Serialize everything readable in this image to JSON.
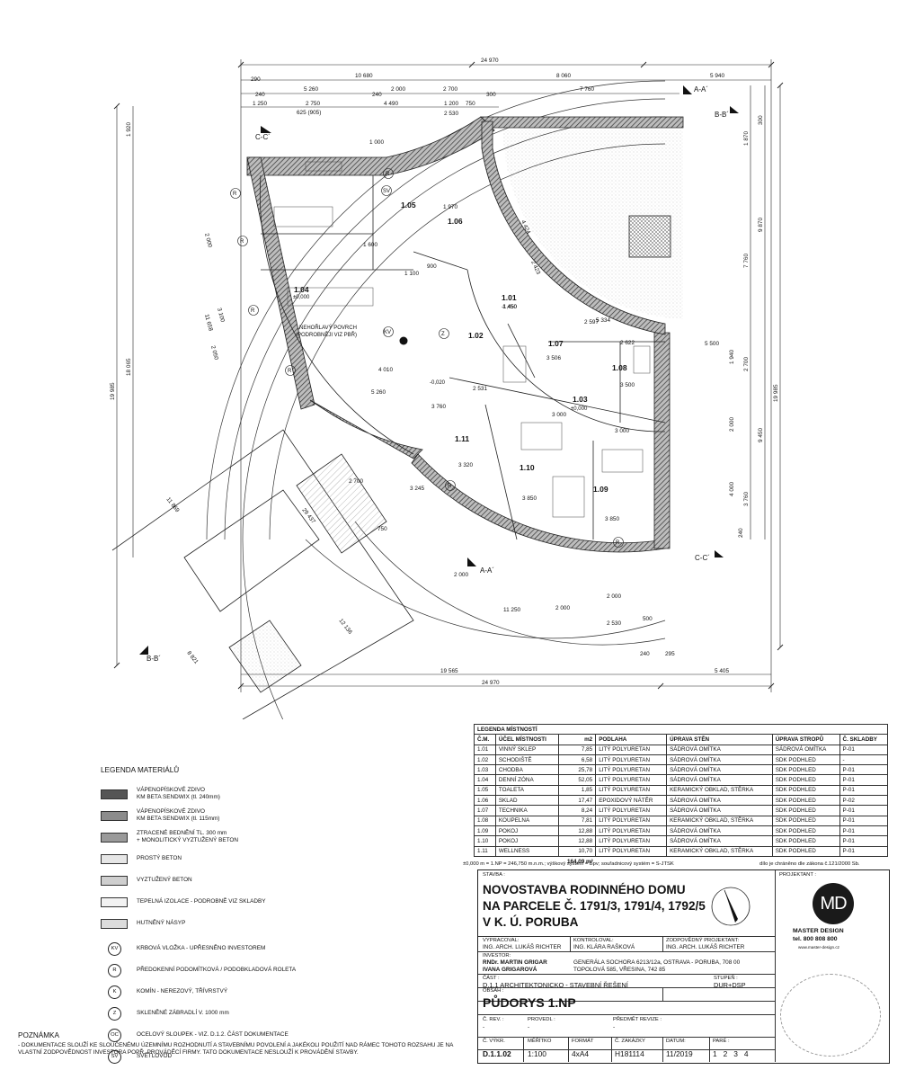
{
  "dimensions": {
    "top_total": "24 970",
    "top_seg_a": "10 680",
    "top_seg_b": "8 060",
    "top_seg_c": "5 940",
    "top_sub_290": "290",
    "top_sub_5260": "5 260",
    "top_sub_2000": "2 000",
    "top_sub_2700": "2 700",
    "top_sub_7760": "7 760",
    "top_sub_240a": "240",
    "top_sub_240b": "240",
    "top_sub_300": "300",
    "top_sub_1250": "1 250",
    "top_sub_2750": "2 750",
    "top_sub_4490": "4 490",
    "top_sub_1200": "1 200",
    "top_sub_750": "750",
    "top_sub_625": "625 (905)",
    "top_sub_2530": "2 530",
    "bottom_total": "24 970",
    "bottom_seg_a": "19 565",
    "bottom_seg_b": "5 405",
    "bottom_240": "240",
    "bottom_295": "295",
    "left_total": "19 985",
    "left_inner": "18 065",
    "left_1920": "1 920",
    "right_total": "19 985",
    "right_9870": "9 870",
    "right_7760": "7 760",
    "right_9450": "9 450",
    "right_1870": "1 870",
    "right_2700": "2 700",
    "right_4000": "4 000",
    "right_3760": "3 760",
    "right_2000": "2 000",
    "right_1940": "1 940",
    "right_240": "240",
    "right_300": "300",
    "arc_2000a": "2 000",
    "arc_2000b": "2 000",
    "arc_11250": "11 250",
    "arc_2530": "2 530",
    "arc_500": "500",
    "arc_2000c": "2 000",
    "arc_11869": "11 869",
    "arc_29437": "29 437",
    "arc_12136": "12 136",
    "arc_8821": "8 821",
    "arc_3100": "3 100",
    "arc_11658": "11 658",
    "arc_2050": "2 050",
    "arc_2000d": "2 000",
    "inner_5334": "5 334",
    "inner_4424": "4 424",
    "inner_2423": "2 423",
    "inner_2597": "2 597",
    "inner_2622": "2 622",
    "inner_5500": "5 500",
    "inner_3506": "3 506",
    "inner_3500": "3 500",
    "inner_3000a": "3 000",
    "inner_3000b": "3 000",
    "inner_2531": "2 531",
    "inner_3320": "3 320",
    "inner_3850a": "3 850",
    "inner_3850b": "3 850",
    "inner_4010": "4 010",
    "inner_5260": "5 260",
    "inner_3760": "3 760",
    "inner_3245": "3 245",
    "inner_2700": "2 700",
    "inner_750": "750",
    "inner_1100": "1 100",
    "inner_900": "900",
    "inner_1000": "1 000",
    "inner_1450": "1 450",
    "inner_1600": "1 600",
    "inner_1970": "1 970"
  },
  "rooms": [
    {
      "no": "1.01",
      "sub": "-1,450"
    },
    {
      "no": "1.02",
      "sub": ""
    },
    {
      "no": "1.03",
      "sub": "±0,000"
    },
    {
      "no": "1.04",
      "sub": "±0,000"
    },
    {
      "no": "1.05",
      "sub": ""
    },
    {
      "no": "1.06",
      "sub": ""
    },
    {
      "no": "1.07",
      "sub": ""
    },
    {
      "no": "1.08",
      "sub": ""
    },
    {
      "no": "1.09",
      "sub": ""
    },
    {
      "no": "1.10",
      "sub": ""
    },
    {
      "no": "1.11",
      "sub": ""
    }
  ],
  "plan_labels": {
    "fire_surface_1": "NEHOŘLAVÝ POVRCH",
    "fire_surface_2": "(PODROBNĚJI VIZ PBŘ)",
    "level_0020": "-0,020",
    "sec_aa": "A-A´",
    "sec_aa2": "A-A´",
    "sec_bb": "B-B´",
    "sec_bb2": "B-B´",
    "sec_cc": "C-C´",
    "sec_cc2": "C-C´",
    "sym_r": "R",
    "sym_sv": "SV",
    "sym_kv": "KV",
    "sym_z": "Z",
    "sym_k": "K"
  },
  "room_legend": {
    "title": "LEGENDA MÍSTNOSTÍ",
    "headers": [
      "Č.M.",
      "ÚČEL MÍSTNOSTI",
      "m2",
      "PODLAHA",
      "ÚPRAVA STĚN",
      "ÚPRAVA STROPŮ",
      "Č. SKLADBY"
    ],
    "rows": [
      [
        "1.01",
        "VINNÝ SKLEP",
        "7,85",
        "LITÝ POLYURETAN",
        "SÁDROVÁ OMÍTKA",
        "SÁDROVÁ OMÍTKA",
        "P-01"
      ],
      [
        "1.02",
        "SCHODIŠTĚ",
        "6,58",
        "LITÝ POLYURETAN",
        "SÁDROVÁ OMÍTKA",
        "SDK PODHLED",
        "-"
      ],
      [
        "1.03",
        "CHODBA",
        "25,78",
        "LITÝ POLYURETAN",
        "SÁDROVÁ OMÍTKA",
        "SDK PODHLED",
        "P-01"
      ],
      [
        "1.04",
        "DENNÍ ZÓNA",
        "52,05",
        "LITÝ POLYURETAN",
        "SÁDROVÁ OMÍTKA",
        "SDK PODHLED",
        "P-01"
      ],
      [
        "1.05",
        "TOALETA",
        "1,85",
        "LITÝ POLYURETAN",
        "KERAMICKÝ OBKLAD, STĚRKA",
        "SDK PODHLED",
        "P-01"
      ],
      [
        "1.06",
        "SKLAD",
        "17,47",
        "EPOXIDOVÝ NÁTĚR",
        "SÁDROVÁ OMÍTKA",
        "SDK PODHLED",
        "P-02"
      ],
      [
        "1.07",
        "TECHNIKA",
        "8,24",
        "LITÝ POLYURETAN",
        "SÁDROVÁ OMÍTKA",
        "SDK PODHLED",
        "P-01"
      ],
      [
        "1.08",
        "KOUPELNA",
        "7,81",
        "LITÝ POLYURETAN",
        "KERAMICKÝ OBKLAD, STĚRKA",
        "SDK PODHLED",
        "P-01"
      ],
      [
        "1.09",
        "POKOJ",
        "12,88",
        "LITÝ POLYURETAN",
        "SÁDROVÁ OMÍTKA",
        "SDK PODHLED",
        "P-01"
      ],
      [
        "1.10",
        "POKOJ",
        "12,88",
        "LITÝ POLYURETAN",
        "SÁDROVÁ OMÍTKA",
        "SDK PODHLED",
        "P-01"
      ],
      [
        "1.11",
        "WELLNESS",
        "10,70",
        "LITÝ POLYURETAN",
        "KERAMICKÝ OBKLAD, STĚRKA",
        "SDK PODHLED",
        "P-01"
      ]
    ],
    "total": "164,09 m²"
  },
  "materials": {
    "title": "LEGENDA MATERIÁLŮ",
    "items": [
      {
        "label": "VÁPENOPÍSKOVÉ ZDIVO\nKM BETA SENDWIX (tl. 240mm)",
        "fill": "#555555"
      },
      {
        "label": "VÁPENOPÍSKOVÉ ZDIVO\nKM BETA SENDWIX (tl. 115mm)",
        "fill": "#8c8c8c"
      },
      {
        "label": "ZTRACENÉ BEDNĚNÍ TL. 300 mm\n+ MONOLITICKÝ VYZTUŽENÝ BETON",
        "fill": "#9a9a9a"
      },
      {
        "label": "PROSTÝ BETON",
        "fill": "#e6e6e6"
      },
      {
        "label": "VYZTUŽENÝ BETON",
        "fill": "#cfcfcf"
      },
      {
        "label": "TEPELNÁ IZOLACE - PODROBNĚ VIZ SKLADBY",
        "fill": "#f2f2f2"
      },
      {
        "label": "HUTNĚNÝ NÁSYP",
        "fill": "#dcdcdc"
      }
    ],
    "symbols": [
      {
        "sym": "KV",
        "label": "KRBOVÁ VLOŽKA - UPŘESNĚNO INVESTOREM"
      },
      {
        "sym": "R",
        "label": "PŘEDOKENNÍ PODOMÍTKOVÁ / PODOBKLADOVÁ ROLETA"
      },
      {
        "sym": "K",
        "label": "KOMÍN - NEREZOVÝ, TŘÍVRSTVÝ"
      },
      {
        "sym": "Z",
        "label": "SKLENĚNÉ ZÁBRADLÍ V. 1000 mm"
      },
      {
        "sym": "OC",
        "label": "OCELOVÝ SLOUPEK - VIZ. D.1.2. ČÁST DOKUMENTACE"
      },
      {
        "sym": "SV",
        "label": "SVĚTLOVOD"
      }
    ]
  },
  "note": {
    "title": "POZNÁMKA",
    "body": "- DOKUMENTACE SLOUŽÍ KE SLOUČENÉMU ÚZEMNÍMU ROZHODNUTÍ A STAVEBNÍMU POVOLENÍ A JAKÉKOLI POUŽITÍ NAD RÁMEC TOHOTO ROZSAHU JE NA VLASTNÍ ZODPOVĚDNOST INVESTORA POPŘ. PROVÁDĚCÍ FIRMY. TATO DOKUMENTACE NESLOUŽÍ K PROVÁDĚNÍ STAVBY."
  },
  "height_note": "±0,000 m = 1.NP = 246,750 m.n.m.; výškový systém = Bpv; souřadnicový systém = S-JTSK",
  "law_note": "dílo je chráněno dle zákona č.121/2000 Sb.",
  "title_block": {
    "stavba_label": "STAVBA :",
    "stavba_line1": "NOVOSTAVBA RODINNÉHO DOMU",
    "stavba_line2": "NA PARCELE Č. 1791/3, 1791/4, 1792/5",
    "stavba_line3": "V K. Ú. PORUBA",
    "projektant_label": "PROJEKTANT :",
    "logo_text": "MD",
    "company": "MASTER DESIGN",
    "phone": "tel. 800 808 800",
    "web": "www.master-design.cz",
    "vypracoval_label": "VYPRACOVAL:",
    "vypracoval": "ING. ARCH. LUKÁŠ RICHTER",
    "kontroloval_label": "KONTROLOVAL:",
    "kontroloval": "ING. KLÁRA RAŠKOVÁ",
    "zodpovedny_label": "ZODPOVĚDNÝ PROJEKTANT:",
    "zodpovedny": "ING. ARCH. LUKÁŠ RICHTER",
    "investor_label": "INVESTOR:",
    "investor_1": "RNDr. MARTIN GRIGAR",
    "investor_2": "IVANA GRIGAROVÁ",
    "address_1": "GENERÁLA SOCHORA 6213/12a, OSTRAVA - PORUBA, 708 00",
    "address_2": "TOPOLOVÁ 585, VŘESINA, 742 85",
    "cast_label": "ČÁST :",
    "cast": "D.1.1 ARCHITEKTONICKO - STAVEBNÍ ŘEŠENÍ",
    "stupen_label": "STUPEŇ :",
    "stupen": "DUR+DSP",
    "obsah_label": "OBSAH :",
    "obsah": "PŮDORYS 1.NP",
    "rev_label": "Č. REV. :",
    "rev": "-",
    "provedl_label": "PROVEDL :",
    "provedl": "-",
    "predmet_label": "PŘEDMĚT REVIZE :",
    "predmet": "-",
    "vykr_label": "Č. VÝKR.",
    "vykr": "D.1.1.02",
    "meritko_label": "MĚŘÍTKO",
    "meritko": "1:100",
    "format_label": "FORMÁT",
    "format": "4xA4",
    "zakazky_label": "Č. ZAKÁZKY",
    "zakazky": "H181114",
    "datum_label": "DATUM:",
    "datum": "11/2019",
    "pare_label": "PARÉ :",
    "pare": "1   2   3   4"
  }
}
